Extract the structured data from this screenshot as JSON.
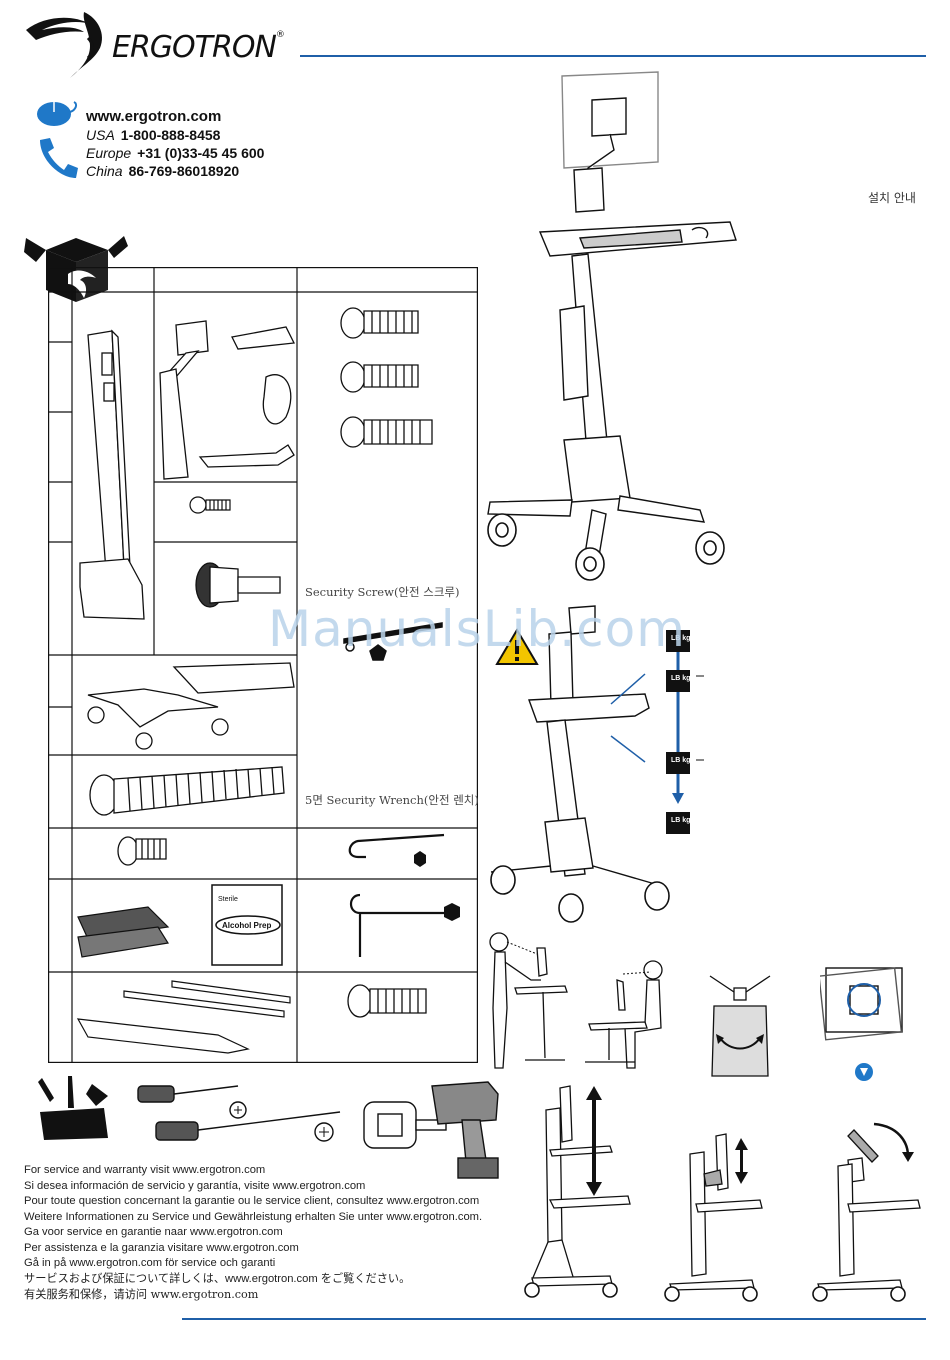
{
  "brand": {
    "name": "ERGOTRON",
    "registered": "®"
  },
  "contact": {
    "website": "www.ergotron.com",
    "phones": [
      {
        "region": "USA",
        "number": "1-800-888-8458"
      },
      {
        "region": "Europe",
        "number": "+31 (0)33-45 45 600"
      },
      {
        "region": "China",
        "number": "86-769-86018920"
      }
    ]
  },
  "page_title_korean": "설치 안내",
  "parts_annotations": {
    "security_screw": "Security Screw(안전 스크루)",
    "security_wrench": "5면 Security Wrench(안전 렌치)"
  },
  "alcohol_prep": {
    "sterile": "Sterile",
    "label": "Alcohol Prep"
  },
  "weight_labels": [
    "LB kg",
    "LB kg",
    "LB kg",
    "LB kg"
  ],
  "watermark": "ManualsLib.com",
  "service_lines": [
    "For service and warranty visit www.ergotron.com",
    "Si desea información de servicio y garantía, visite www.ergotron.com",
    "Pour toute question concernant la garantie ou le service client, consultez www.ergotron.com",
    "Weitere Informationen zu Service und Gewährleistung erhalten Sie unter www.ergotron.com.",
    "Ga voor service en garantie naar www.ergotron.com",
    "Per assistenza e la garanzia visitare www.ergotron.com",
    "Gå in på www.ergotron.com för service och garanti",
    "サービスおよび保証について詳しくは、www.ergotron.com をご覧ください。",
    "有关服务和保修，请访问 www.ergotron.com"
  ],
  "colors": {
    "accent": "#1f5fa8",
    "warning": "#f2c500",
    "dark": "#111111"
  }
}
